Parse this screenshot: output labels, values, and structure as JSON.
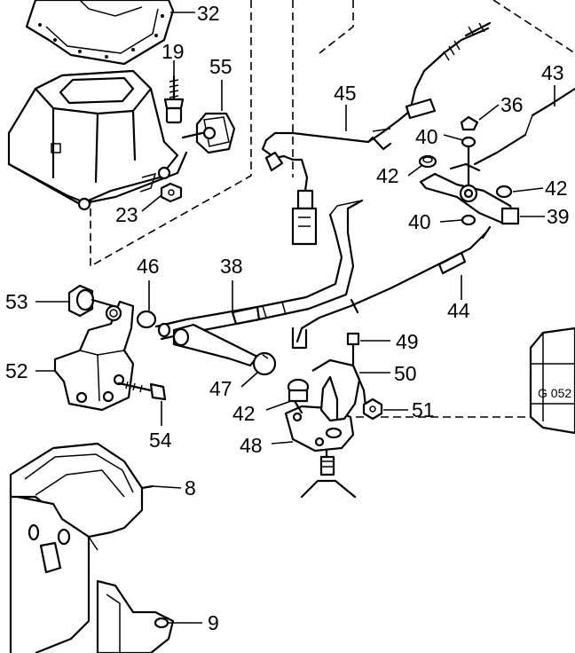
{
  "diagram": {
    "drawing_code": "G 052",
    "part_numbers": [
      {
        "id": "p32",
        "text": "32"
      },
      {
        "id": "p19",
        "text": "19"
      },
      {
        "id": "p55",
        "text": "55"
      },
      {
        "id": "p23",
        "text": "23"
      },
      {
        "id": "p45",
        "text": "45"
      },
      {
        "id": "p43",
        "text": "43"
      },
      {
        "id": "p36",
        "text": "36"
      },
      {
        "id": "p40a",
        "text": "40"
      },
      {
        "id": "p42a",
        "text": "42"
      },
      {
        "id": "p42b",
        "text": "42"
      },
      {
        "id": "p40b",
        "text": "40"
      },
      {
        "id": "p39",
        "text": "39"
      },
      {
        "id": "p46",
        "text": "46"
      },
      {
        "id": "p38",
        "text": "38"
      },
      {
        "id": "p53",
        "text": "53"
      },
      {
        "id": "p44",
        "text": "44"
      },
      {
        "id": "p52",
        "text": "52"
      },
      {
        "id": "p49",
        "text": "49"
      },
      {
        "id": "p50",
        "text": "50"
      },
      {
        "id": "p47",
        "text": "47"
      },
      {
        "id": "p51",
        "text": "51"
      },
      {
        "id": "p42c",
        "text": "42"
      },
      {
        "id": "p54",
        "text": "54"
      },
      {
        "id": "p48",
        "text": "48"
      },
      {
        "id": "p8",
        "text": "8"
      },
      {
        "id": "p9",
        "text": "9"
      }
    ]
  }
}
